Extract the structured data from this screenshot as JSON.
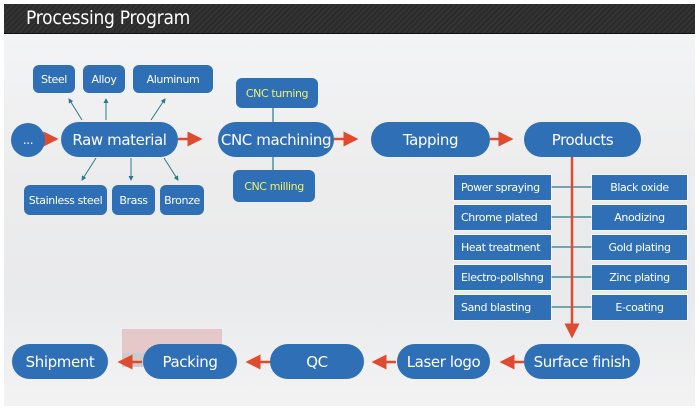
{
  "header": {
    "title": "Processing Program"
  },
  "colors": {
    "node": "#2f6fb6",
    "arrow": "#e04a2f",
    "connector": "#2a7a8a",
    "sub_label": "#f0f06a"
  },
  "flow": {
    "start": "...",
    "raw_material": "Raw material",
    "raw_material_outputs_top": [
      "Steel",
      "Alloy",
      "Aluminum"
    ],
    "raw_material_outputs_bottom": [
      "Stainless steel",
      "Brass",
      "Bronze"
    ],
    "cnc_machining": "CNC machining",
    "cnc_sub": [
      "CNC turning",
      "CNC milling"
    ],
    "tapping": "Tapping",
    "products": "Products",
    "surface_options_left": [
      "Power spraying",
      "Chrome plated",
      "Heat treatment",
      "Electro-pollshng",
      "Sand blasting"
    ],
    "surface_options_right": [
      "Black oxide",
      "Anodizing",
      "Gold plating",
      "Zinc plating",
      "E-coating"
    ],
    "surface_finish": "Surface finish",
    "laser_logo": "Laser logo",
    "qc": "QC",
    "packing": "Packing",
    "shipment": "Shipment"
  }
}
